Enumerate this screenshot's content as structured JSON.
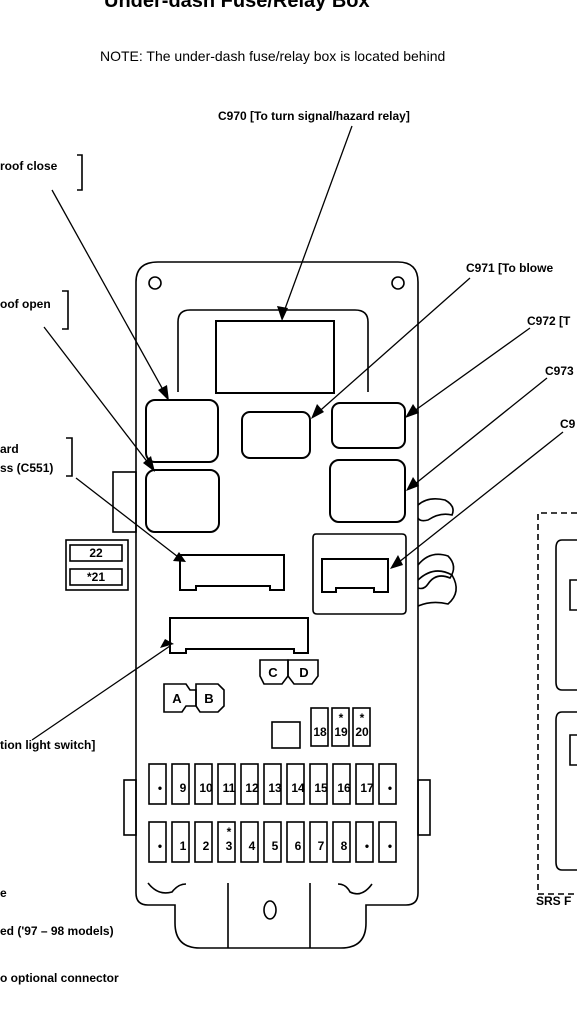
{
  "title": "Under-dash Fuse/Relay Box",
  "note": "NOTE:  The under-dash fuse/relay box is located behind",
  "callouts": {
    "c970": "C970 [To turn signal/hazard relay]",
    "c971": "C971 [To blowe",
    "c972": "C972 [T",
    "c973": "C973",
    "c9": "C9",
    "roof_close": "roof close",
    "roof_open": "oof open",
    "ard": "ard",
    "ss_c551": "ss (C551)",
    "light_switch": "tion light switch]",
    "e": "e",
    "ed_models": "ed ('97 – 98 models)",
    "optional": "o optional connector",
    "srs": "SRS F"
  },
  "connectors": {
    "c22": "22",
    "c21": "*21",
    "A": "A",
    "B": "B",
    "C": "C",
    "D": "D"
  },
  "fuses": {
    "upper_numbers": [
      "18",
      "19",
      "20"
    ],
    "upper_marks": [
      "",
      "*",
      "*"
    ],
    "row1": [
      "•",
      "9",
      "10",
      "11",
      "12",
      "13",
      "14",
      "15",
      "16",
      "17",
      "•"
    ],
    "row2": [
      "•",
      "1",
      "2",
      "3",
      "4",
      "5",
      "6",
      "7",
      "8",
      "•",
      "•"
    ],
    "row2_marks": [
      "",
      "",
      "",
      "*",
      "",
      "",
      "",
      "",
      "",
      "",
      ""
    ]
  }
}
